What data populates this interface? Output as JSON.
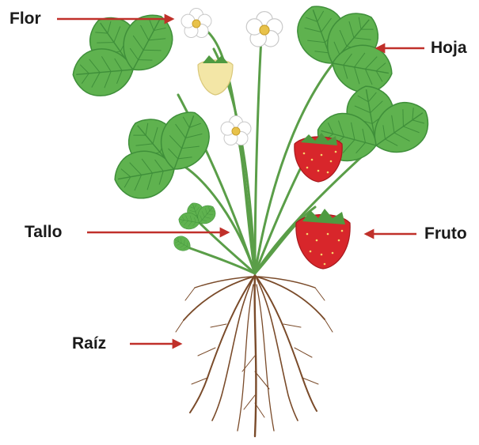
{
  "labels": {
    "flor": "Flor",
    "hoja": "Hoja",
    "tallo": "Tallo",
    "fruto": "Fruto",
    "raiz": "Raíz"
  },
  "colors": {
    "arrow": "#c0302a",
    "leaf": "#5fb24f",
    "leaf_dark": "#3f8f3a",
    "stem": "#5a9e48",
    "root": "#7a4b2a",
    "fruit_ripe": "#d8262b",
    "fruit_unripe": "#f3e6a6",
    "petal": "#ffffff",
    "flower_center": "#e8c24a",
    "text": "#1a1a1a"
  },
  "icons": [
    "arrow-right",
    "arrow-left"
  ]
}
